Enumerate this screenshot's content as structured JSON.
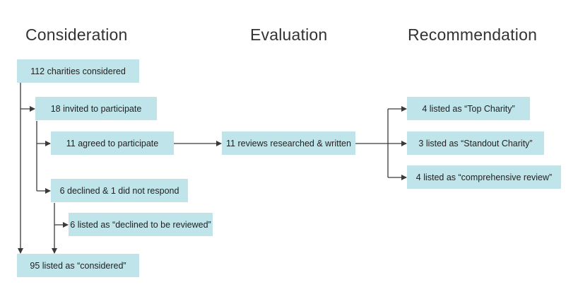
{
  "columns": {
    "consideration": "Consideration",
    "evaluation": "Evaluation",
    "recommendation": "Recommendation"
  },
  "boxes": {
    "considered": "112 charities considered",
    "invited": "18 invited to participate",
    "agreed": "11 agreed to participate",
    "declined": "6 declined & 1 did not respond",
    "declined_listed": "6 listed as “declined to be reviewed”",
    "listed_considered": "95 listed as “considered”",
    "reviews": "11 reviews researched & written",
    "top_charity": "4 listed as “Top Charity”",
    "standout": "3 listed as “Standout Charity”",
    "comprehensive": "4 listed as “comprehensive review”"
  },
  "colors": {
    "box": "#bfe4ea",
    "arrow": "#3a3a3a"
  }
}
